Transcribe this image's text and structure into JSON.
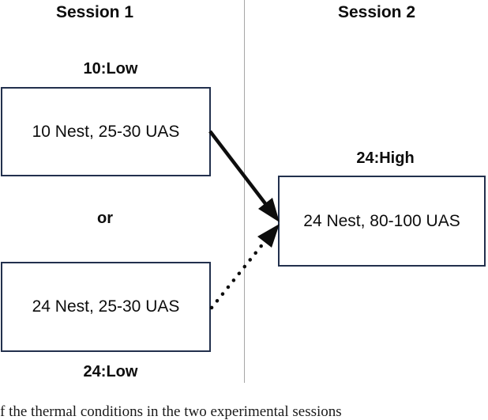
{
  "columns": {
    "session1": {
      "header": "Session 1",
      "top_label": "10:Low",
      "box_low10_text": "10 Nest, 25-30 UAS",
      "or_label": "or",
      "box_low24_text": "24 Nest, 25-30 UAS",
      "bottom_label": "24:Low"
    },
    "session2": {
      "header": "Session 2",
      "top_label": "24:High",
      "box_high24_text": "24 Nest, 80-100 UAS"
    }
  },
  "arrows": {
    "solid": {
      "style": "solid",
      "from": "10 Nest, 25-30 UAS",
      "to": "24 Nest, 80-100 UAS"
    },
    "dotted": {
      "style": "dotted",
      "from": "24 Nest, 25-30 UAS",
      "to": "24 Nest, 80-100 UAS"
    }
  },
  "caption_fragment": "f the thermal conditions in the two experimental sessions",
  "colors": {
    "box_border": "#22304d",
    "divider_line": "#a6a6a6",
    "arrow": "#0d0d0d",
    "text": "#000000"
  }
}
